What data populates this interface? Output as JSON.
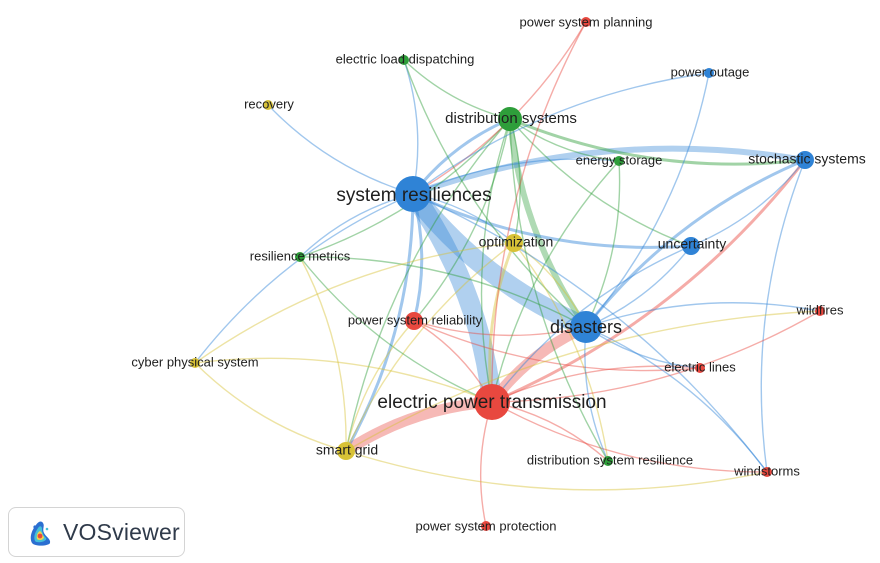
{
  "colors": {
    "red": "#e8483f",
    "blue": "#2f83d6",
    "green": "#2e9e3a",
    "yellow": "#d8c236"
  },
  "nodes": [
    {
      "id": "system_resiliences",
      "label": "system resiliences",
      "cluster": "blue",
      "weight": 5
    },
    {
      "id": "electric_power_transmission",
      "label": "electric power transmission",
      "cluster": "red",
      "weight": 5
    },
    {
      "id": "disasters",
      "label": "disasters",
      "cluster": "blue",
      "weight": 4
    },
    {
      "id": "distribution_systems",
      "label": "distribution systems",
      "cluster": "green",
      "weight": 3
    },
    {
      "id": "optimization",
      "label": "optimization",
      "cluster": "yellow",
      "weight": 2
    },
    {
      "id": "power_system_reliability",
      "label": "power system reliability",
      "cluster": "red",
      "weight": 2
    },
    {
      "id": "smart_grid",
      "label": "smart grid",
      "cluster": "yellow",
      "weight": 2
    },
    {
      "id": "uncertainty",
      "label": "uncertainty",
      "cluster": "blue",
      "weight": 2
    },
    {
      "id": "stochastic_systems",
      "label": "stochastic systems",
      "cluster": "blue",
      "weight": 2
    },
    {
      "id": "power_system_planning",
      "label": "power system planning",
      "cluster": "red",
      "weight": 1
    },
    {
      "id": "electric_load_dispatching",
      "label": "electric load dispatching",
      "cluster": "green",
      "weight": 1
    },
    {
      "id": "power_outage",
      "label": "power outage",
      "cluster": "blue",
      "weight": 1
    },
    {
      "id": "recovery",
      "label": "recovery",
      "cluster": "yellow",
      "weight": 1
    },
    {
      "id": "energy_storage",
      "label": "energy storage",
      "cluster": "green",
      "weight": 1
    },
    {
      "id": "resilience_metrics",
      "label": "resilience metrics",
      "cluster": "green",
      "weight": 1
    },
    {
      "id": "wildfires",
      "label": "wildfires",
      "cluster": "red",
      "weight": 1
    },
    {
      "id": "cyber_physical_system",
      "label": "cyber physical system",
      "cluster": "yellow",
      "weight": 1
    },
    {
      "id": "electric_lines",
      "label": "electric lines",
      "cluster": "red",
      "weight": 1
    },
    {
      "id": "distribution_system_resilience",
      "label": "distribution system resilience",
      "cluster": "green",
      "weight": 1
    },
    {
      "id": "windstorms",
      "label": "windstorms",
      "cluster": "red",
      "weight": 1
    },
    {
      "id": "power_system_protection",
      "label": "power system protection",
      "cluster": "red",
      "weight": 1
    }
  ],
  "links": [
    {
      "source": "system_resiliences",
      "target": "disasters",
      "strength": 5
    },
    {
      "source": "system_resiliences",
      "target": "electric_power_transmission",
      "strength": 5
    },
    {
      "source": "electric_power_transmission",
      "target": "smart_grid",
      "strength": 4
    },
    {
      "source": "electric_power_transmission",
      "target": "disasters",
      "strength": 4
    },
    {
      "source": "distribution_systems",
      "target": "disasters",
      "strength": 3
    },
    {
      "source": "system_resiliences",
      "target": "stochastic_systems",
      "strength": 3
    },
    {
      "source": "distribution_systems",
      "target": "stochastic_systems",
      "strength": 2
    },
    {
      "source": "system_resiliences",
      "target": "distribution_systems",
      "strength": 2
    },
    {
      "source": "system_resiliences",
      "target": "uncertainty",
      "strength": 2
    },
    {
      "source": "disasters",
      "target": "stochastic_systems",
      "strength": 2
    },
    {
      "source": "electric_power_transmission",
      "target": "stochastic_systems",
      "strength": 2
    },
    {
      "source": "system_resiliences",
      "target": "smart_grid",
      "strength": 2
    },
    {
      "source": "optimization",
      "target": "electric_power_transmission",
      "strength": 2
    },
    {
      "source": "system_resiliences",
      "target": "power_system_reliability",
      "strength": 2
    },
    {
      "source": "distribution_systems",
      "target": "smart_grid",
      "strength": 1
    },
    {
      "source": "system_resiliences",
      "target": "optimization",
      "strength": 1
    },
    {
      "source": "system_resiliences",
      "target": "resilience_metrics",
      "strength": 1
    },
    {
      "source": "system_resiliences",
      "target": "recovery",
      "strength": 1
    },
    {
      "source": "system_resiliences",
      "target": "electric_load_dispatching",
      "strength": 1
    },
    {
      "source": "system_resiliences",
      "target": "energy_storage",
      "strength": 1
    },
    {
      "source": "system_resiliences",
      "target": "cyber_physical_system",
      "strength": 1
    },
    {
      "source": "distribution_systems",
      "target": "electric_load_dispatching",
      "strength": 1
    },
    {
      "source": "distribution_systems",
      "target": "energy_storage",
      "strength": 1
    },
    {
      "source": "distribution_systems",
      "target": "power_system_reliability",
      "strength": 1
    },
    {
      "source": "distribution_systems",
      "target": "electric_power_transmission",
      "strength": 1
    },
    {
      "source": "distribution_systems",
      "target": "optimization",
      "strength": 1
    },
    {
      "source": "distribution_systems",
      "target": "uncertainty",
      "strength": 1
    },
    {
      "source": "distribution_systems",
      "target": "resilience_metrics",
      "strength": 1
    },
    {
      "source": "power_system_planning",
      "target": "electric_power_transmission",
      "strength": 1
    },
    {
      "source": "power_system_planning",
      "target": "system_resiliences",
      "strength": 1
    },
    {
      "source": "power_outage",
      "target": "system_resiliences",
      "strength": 1
    },
    {
      "source": "power_outage",
      "target": "disasters",
      "strength": 1
    },
    {
      "source": "electric_load_dispatching",
      "target": "disasters",
      "strength": 1
    },
    {
      "source": "energy_storage",
      "target": "disasters",
      "strength": 1
    },
    {
      "source": "energy_storage",
      "target": "electric_power_transmission",
      "strength": 1
    },
    {
      "source": "stochastic_systems",
      "target": "uncertainty",
      "strength": 1
    },
    {
      "source": "stochastic_systems",
      "target": "windstorms",
      "strength": 1
    },
    {
      "source": "uncertainty",
      "target": "disasters",
      "strength": 1
    },
    {
      "source": "uncertainty",
      "target": "electric_power_transmission",
      "strength": 1
    },
    {
      "source": "optimization",
      "target": "disasters",
      "strength": 1
    },
    {
      "source": "optimization",
      "target": "smart_grid",
      "strength": 1
    },
    {
      "source": "optimization",
      "target": "distribution_system_resilience",
      "strength": 1
    },
    {
      "source": "resilience_metrics",
      "target": "electric_power_transmission",
      "strength": 1
    },
    {
      "source": "resilience_metrics",
      "target": "disasters",
      "strength": 1
    },
    {
      "source": "power_system_reliability",
      "target": "disasters",
      "strength": 1
    },
    {
      "source": "power_system_reliability",
      "target": "electric_power_transmission",
      "strength": 1
    },
    {
      "source": "power_system_reliability",
      "target": "electric_lines",
      "strength": 1
    },
    {
      "source": "cyber_physical_system",
      "target": "electric_power_transmission",
      "strength": 1
    },
    {
      "source": "cyber_physical_system",
      "target": "smart_grid",
      "strength": 1
    },
    {
      "source": "cyber_physical_system",
      "target": "optimization",
      "strength": 1
    },
    {
      "source": "electric_power_transmission",
      "target": "wildfires",
      "strength": 1
    },
    {
      "source": "electric_power_transmission",
      "target": "electric_lines",
      "strength": 1
    },
    {
      "source": "electric_power_transmission",
      "target": "windstorms",
      "strength": 1
    },
    {
      "source": "electric_power_transmission",
      "target": "distribution_system_resilience",
      "strength": 1
    },
    {
      "source": "electric_power_transmission",
      "target": "power_system_protection",
      "strength": 1
    },
    {
      "source": "disasters",
      "target": "wildfires",
      "strength": 1
    },
    {
      "source": "disasters",
      "target": "electric_lines",
      "strength": 1
    },
    {
      "source": "disasters",
      "target": "windstorms",
      "strength": 1
    },
    {
      "source": "disasters",
      "target": "distribution_system_resilience",
      "strength": 1
    },
    {
      "source": "smart_grid",
      "target": "wildfires",
      "strength": 1
    },
    {
      "source": "smart_grid",
      "target": "windstorms",
      "strength": 1
    },
    {
      "source": "system_resiliences",
      "target": "windstorms",
      "strength": 1
    },
    {
      "source": "distribution_systems",
      "target": "distribution_system_resilience",
      "strength": 1
    },
    {
      "source": "smart_grid",
      "target": "power_system_reliability",
      "strength": 1
    },
    {
      "source": "smart_grid",
      "target": "resilience_metrics",
      "strength": 1
    }
  ],
  "logo": {
    "text": "VOSviewer",
    "icon": "vosviewer-heatmap-icon"
  }
}
